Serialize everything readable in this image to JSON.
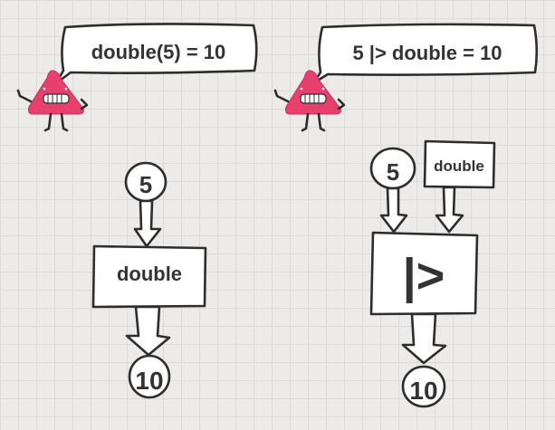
{
  "colors": {
    "creature": "#e8406c",
    "ink": "#2d2d2d",
    "grid": "#dcdbd8"
  },
  "left": {
    "speech": "double(5) = 10",
    "input_value": "5",
    "function_box": "double",
    "output_value": "10"
  },
  "right": {
    "speech": "5 |> double = 10",
    "input_value": "5",
    "function_arg": "double",
    "pipe_operator": "|>",
    "output_value": "10"
  },
  "icons": [
    "triangle-creature-icon",
    "triangle-creature-icon"
  ]
}
